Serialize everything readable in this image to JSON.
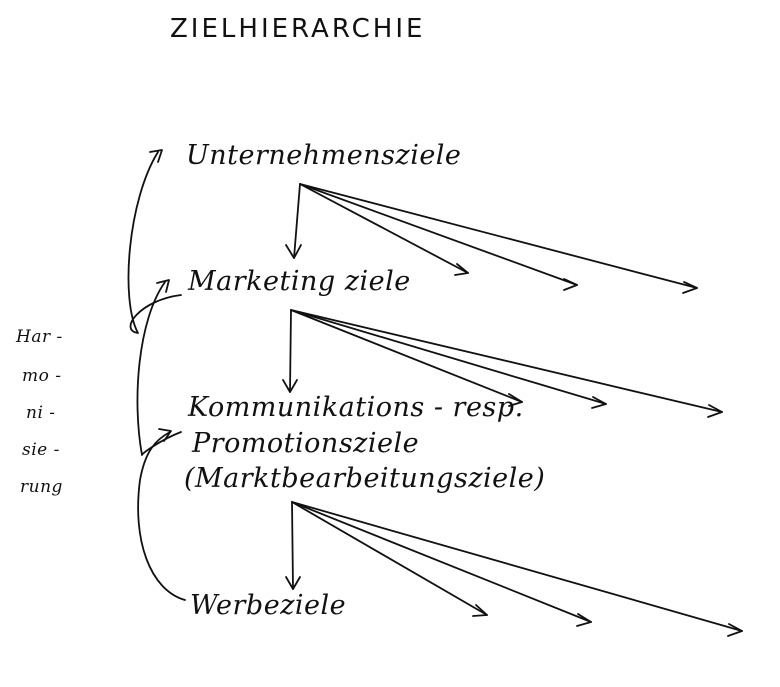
{
  "diagram": {
    "title": "ZIELHIERARCHIE",
    "levels": {
      "unternehmensziele": "Unternehmensziele",
      "marketingziele": "Marketing ziele",
      "kommunikation_line1": "Kommunikations - resp.",
      "kommunikation_line2": "Promotionsziele",
      "kommunikation_line3": "(Marktbearbeitungsziele)",
      "werbeziele": "Werbeziele"
    },
    "side_label": {
      "syllables": [
        "Har -",
        "mo -",
        "ni -",
        "sie -",
        "rung"
      ]
    },
    "colors": {
      "ink": "#111111",
      "paper": "#ffffff"
    }
  }
}
